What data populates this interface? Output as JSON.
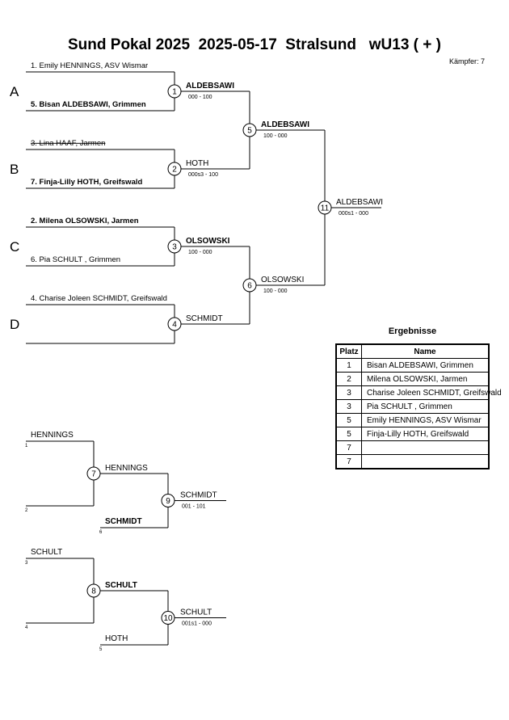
{
  "title": "Sund Pokal 2025  2025-05-17  Stralsund   wU13 ( + )",
  "fighter_count": "Kämpfer: 7",
  "pools": [
    "A",
    "B",
    "C",
    "D"
  ],
  "entries": [
    {
      "text": "1. Emily HENNINGS, ASV Wismar",
      "bold": false,
      "struck": false
    },
    {
      "text": "5. Bisan ALDEBSAWI, Grimmen",
      "bold": true,
      "struck": false
    },
    {
      "text": "3. Lina HAAF, Jarmen",
      "bold": false,
      "struck": true
    },
    {
      "text": "7. Finja-Lilly HOTH, Greifswald",
      "bold": true,
      "struck": false
    },
    {
      "text": "2. Milena OLSOWSKI, Jarmen",
      "bold": true,
      "struck": false
    },
    {
      "text": "6. Pia SCHULT , Grimmen",
      "bold": false,
      "struck": false
    },
    {
      "text": "4. Charise Joleen SCHMIDT, Greifswald",
      "bold": false,
      "struck": false
    },
    {
      "text": "",
      "bold": false,
      "struck": false
    }
  ],
  "matches": [
    {
      "no": "1",
      "winner": "ALDEBSAWI",
      "winner_bold": true,
      "score": "000 - 100"
    },
    {
      "no": "2",
      "winner": "HOTH",
      "winner_bold": false,
      "score": "000s3 - 100"
    },
    {
      "no": "3",
      "winner": "OLSOWSKI",
      "winner_bold": true,
      "score": "100 - 000"
    },
    {
      "no": "4",
      "winner": "SCHMIDT",
      "winner_bold": false,
      "score": ""
    },
    {
      "no": "5",
      "winner": "ALDEBSAWI",
      "winner_bold": true,
      "score": "100 - 000"
    },
    {
      "no": "6",
      "winner": "OLSOWSKI",
      "winner_bold": false,
      "score": "100 - 000"
    },
    {
      "no": "11",
      "winner": "ALDEBSAWI",
      "winner_bold": false,
      "score": "000s1 - 000"
    }
  ],
  "repechage": [
    {
      "entries": [
        {
          "name": "HENNINGS",
          "num": "1",
          "bold": false
        },
        {
          "name": "",
          "num": "2",
          "bold": false
        },
        {
          "name": "SCHMIDT",
          "num": "6",
          "bold": true
        }
      ],
      "first": {
        "no": "7",
        "winner": "HENNINGS",
        "winner_bold": false,
        "score": ""
      },
      "final": {
        "no": "9",
        "winner": "SCHMIDT",
        "winner_bold": false,
        "score": "001 - 101"
      }
    },
    {
      "entries": [
        {
          "name": "SCHULT",
          "num": "3",
          "bold": false
        },
        {
          "name": "",
          "num": "4",
          "bold": false
        },
        {
          "name": "HOTH",
          "num": "5",
          "bold": false
        }
      ],
      "first": {
        "no": "8",
        "winner": "SCHULT",
        "winner_bold": true,
        "score": ""
      },
      "final": {
        "no": "10",
        "winner": "SCHULT",
        "winner_bold": false,
        "score": "001s1 - 000"
      }
    }
  ],
  "results": {
    "title": "Ergebnisse",
    "col_place": "Platz",
    "col_name": "Name",
    "rows": [
      {
        "place": "1",
        "name": "Bisan ALDEBSAWI, Grimmen"
      },
      {
        "place": "2",
        "name": "Milena OLSOWSKI, Jarmen"
      },
      {
        "place": "3",
        "name": "Charise Joleen SCHMIDT, Greifswald"
      },
      {
        "place": "3",
        "name": "Pia SCHULT , Grimmen"
      },
      {
        "place": "5",
        "name": "Emily HENNINGS, ASV Wismar"
      },
      {
        "place": "5",
        "name": "Finja-Lilly HOTH, Greifswald"
      },
      {
        "place": "7",
        "name": ""
      },
      {
        "place": "7",
        "name": ""
      }
    ]
  }
}
